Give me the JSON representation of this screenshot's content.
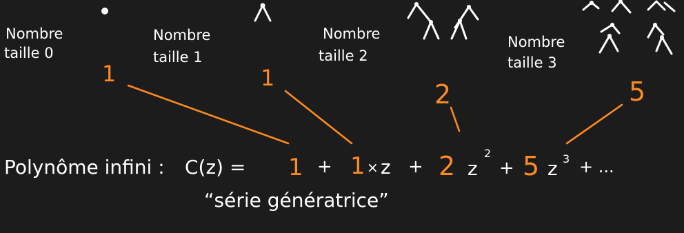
{
  "labels": {
    "size0": [
      "Nombre",
      "taille 0"
    ],
    "size1": [
      "Nombre",
      "taille 1"
    ],
    "size2": [
      "Nombre",
      "taille 2"
    ],
    "size3": [
      "Nombre",
      "taille 3"
    ]
  },
  "counts": [
    "1",
    "1",
    "2",
    "5"
  ],
  "formula": {
    "prefix": "Polynôme infini :",
    "lhs": "C(z) =",
    "c0": "1",
    "plus1": "+",
    "c1": "1",
    "times": "×",
    "z1": "z",
    "plus2": "+",
    "c2": "2",
    "z2": "z",
    "exp2": "2",
    "plus3": "+",
    "c3": "5",
    "z3": "z",
    "exp3": "3",
    "tail": "+ ..."
  },
  "caption": "“série génératrice”",
  "colors": {
    "background": "#1c1c1c",
    "ink": "#ffffff",
    "accent": "#ff8a1f"
  }
}
